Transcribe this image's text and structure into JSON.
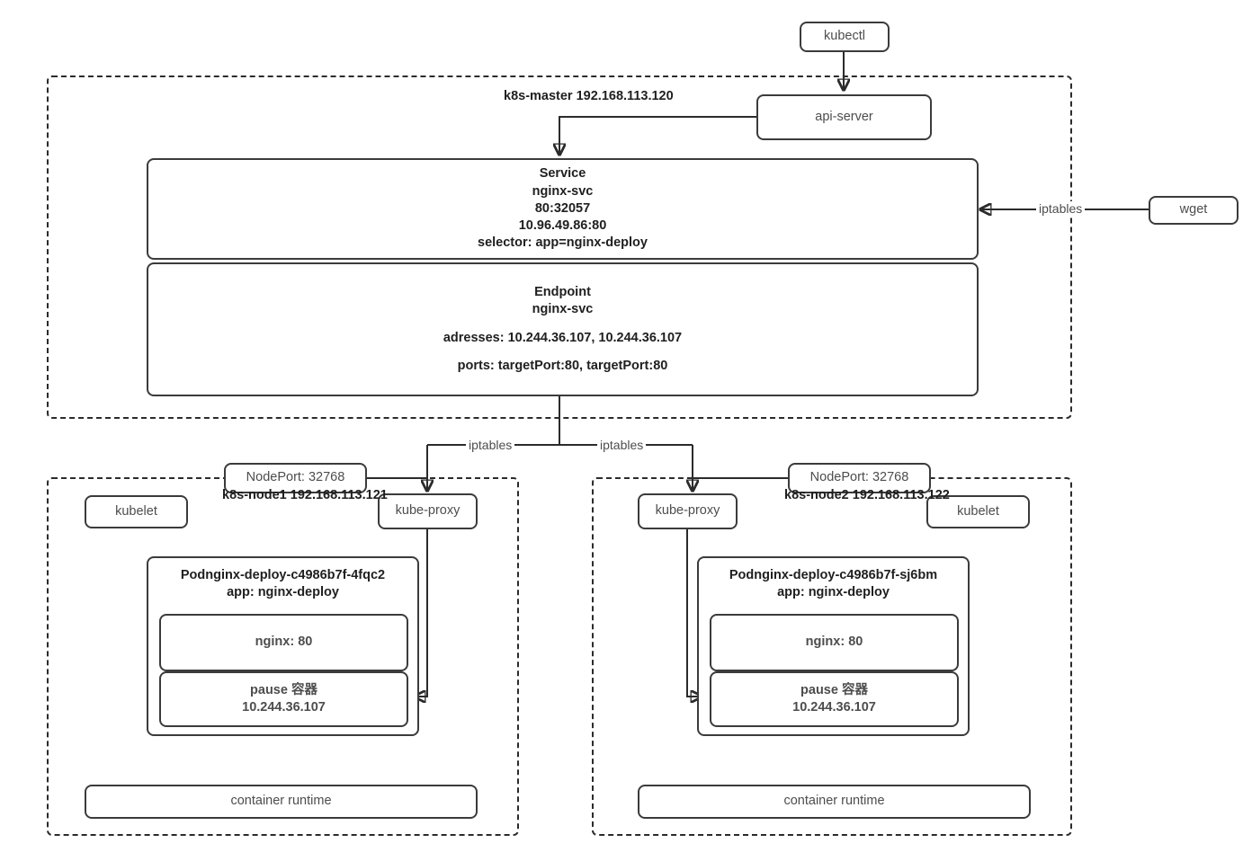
{
  "diagram": {
    "title": "Kubernetes Service / NodePort traffic flow",
    "colors": {
      "box_border": "#3b3b3b",
      "region_border": "#2b2b2b",
      "text_regular": "#4d4d4d",
      "text_bold": "#1f1f1f",
      "background": "#ffffff"
    }
  },
  "external": {
    "kubectl": "kubectl",
    "wget": "wget"
  },
  "master": {
    "label_name": "k8s-master",
    "label_ip": "192.168.113.120",
    "api_server": "api-server",
    "service": {
      "title": "Service",
      "name": "nginx-svc",
      "ports": "80:32057",
      "cluster_ip": "10.96.49.86:80",
      "selector": "selector: app=nginx-deploy"
    },
    "endpoint": {
      "title": "Endpoint",
      "name": "nginx-svc",
      "addresses": "adresses: 10.244.36.107, 10.244.36.107",
      "ports": "ports: targetPort:80, targetPort:80"
    }
  },
  "edges": {
    "iptables_wget": "iptables",
    "iptables_left": "iptables",
    "iptables_right": "iptables"
  },
  "node1": {
    "label_name": "k8s-node1",
    "label_ip": "192.168.113.121",
    "nodeport": "NodePort: 32768",
    "kubelet": "kubelet",
    "kube_proxy": "kube-proxy",
    "container_runtime": "container runtime",
    "pod": {
      "name": "Podnginx-deploy-c4986b7f-4fqc2",
      "app": "app: nginx-deploy",
      "nginx": "nginx: 80",
      "pause_title": "pause 容器",
      "pause_ip": "10.244.36.107"
    }
  },
  "node2": {
    "label_name": "k8s-node2",
    "label_ip": "192.168.113.122",
    "nodeport": "NodePort: 32768",
    "kubelet": "kubelet",
    "kube_proxy": "kube-proxy",
    "container_runtime": "container runtime",
    "pod": {
      "name": "Podnginx-deploy-c4986b7f-sj6bm",
      "app": "app: nginx-deploy",
      "nginx": "nginx: 80",
      "pause_title": "pause 容器",
      "pause_ip": "10.244.36.107"
    }
  }
}
